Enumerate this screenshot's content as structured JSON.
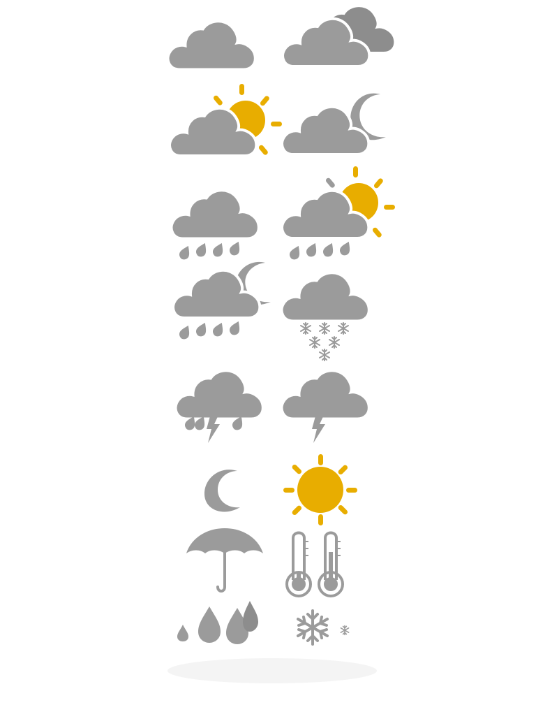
{
  "palette": {
    "cloud": "#9b9b9b",
    "cloud_back": "#8d8d8d",
    "sun": "#e8ad00",
    "gray": "#9b9b9b",
    "outline": "#ffffff"
  },
  "icons": [
    {
      "row": 1,
      "col": 1,
      "name": "cloud-icon"
    },
    {
      "row": 1,
      "col": 2,
      "name": "double-cloud-icon"
    },
    {
      "row": 2,
      "col": 1,
      "name": "cloud-sun-icon"
    },
    {
      "row": 2,
      "col": 2,
      "name": "cloud-moon-icon"
    },
    {
      "row": 3,
      "col": 1,
      "name": "rain-cloud-icon"
    },
    {
      "row": 3,
      "col": 2,
      "name": "rain-cloud-sun-icon"
    },
    {
      "row": 4,
      "col": 1,
      "name": "rain-cloud-moon-icon"
    },
    {
      "row": 4,
      "col": 2,
      "name": "snow-cloud-icon"
    },
    {
      "row": 5,
      "col": 1,
      "name": "thunderstorm-rain-icon"
    },
    {
      "row": 5,
      "col": 2,
      "name": "thunderstorm-icon"
    },
    {
      "row": 6,
      "col": 1,
      "name": "moon-icon"
    },
    {
      "row": 6,
      "col": 2,
      "name": "sun-icon"
    },
    {
      "row": 7,
      "col": 1,
      "name": "umbrella-icon"
    },
    {
      "row": 7,
      "col": 2,
      "name": "thermometers-icon"
    },
    {
      "row": 8,
      "col": 1,
      "name": "raindrops-icon"
    },
    {
      "row": 8,
      "col": 2,
      "name": "snowflakes-icon"
    }
  ]
}
